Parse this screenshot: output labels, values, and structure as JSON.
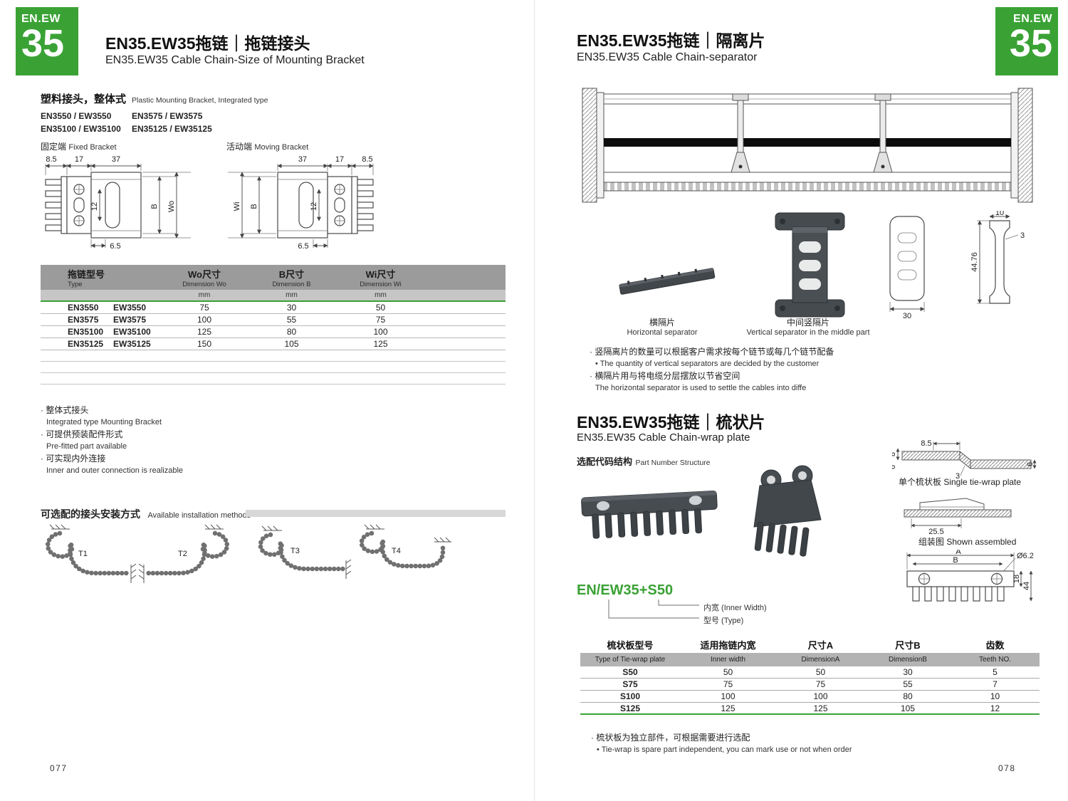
{
  "colors": {
    "green": "#3aa235"
  },
  "left": {
    "badge_top": "EN.EW",
    "badge_num": "35",
    "title_zh": "EN35.EW35拖链｜拖链接头",
    "title_en": "EN35.EW35 Cable Chain-Size of Mounting Bracket",
    "section": {
      "heading_zh": "塑料接头，整体式",
      "heading_en": "Plastic Mounting Bracket, Integrated type",
      "model_r1c1": "EN3550 / EW3550",
      "model_r1c2": "EN3575 / EW3575",
      "model_r2c1": "EN35100 / EW35100",
      "model_r2c2": "EN35125 / EW35125",
      "fixed_zh": "固定端",
      "fixed_en": "Fixed Bracket",
      "moving_zh": "活动端",
      "moving_en": "Moving Bracket"
    },
    "fixed_dims": {
      "a": "8.5",
      "b": "17",
      "c": "37",
      "d": "12",
      "e": "B",
      "f": "Wo",
      "g": "6.5"
    },
    "moving_dims": {
      "a": "37",
      "b": "17",
      "c": "8.5",
      "d": "Wi",
      "e": "B",
      "f": "12",
      "g": "6.5"
    },
    "table": {
      "h_type_zh": "拖链型号",
      "h_type_en": "Type",
      "h_wo_zh": "Wo尺寸",
      "h_wo_en": "Dimension Wo",
      "h_wo_unit": "mm",
      "h_b_zh": "B尺寸",
      "h_b_en": "Dimension B",
      "h_b_unit": "mm",
      "h_wi_zh": "Wi尺寸",
      "h_wi_en": "Dimension Wi",
      "h_wi_unit": "mm",
      "rows": [
        {
          "en_model": "EN3550",
          "ew_model": "EW3550",
          "wo": "75",
          "b": "30",
          "wi": "50"
        },
        {
          "en_model": "EN3575",
          "ew_model": "EW3575",
          "wo": "100",
          "b": "55",
          "wi": "75"
        },
        {
          "en_model": "EN35100",
          "ew_model": "EW35100",
          "wo": "125",
          "b": "80",
          "wi": "100"
        },
        {
          "en_model": "EN35125",
          "ew_model": "EW35125",
          "wo": "150",
          "b": "105",
          "wi": "125"
        }
      ]
    },
    "features": [
      {
        "zh": "· 整体式接头",
        "en": "Integrated type Mounting Bracket"
      },
      {
        "zh": "· 可提供预装配件形式",
        "en": "Pre-fitted part available"
      },
      {
        "zh": "· 可实现内外连接",
        "en": "Inner and outer connection is realizable"
      }
    ],
    "install_zh": "可选配的接头安装方式",
    "install_en": "Available installation methods",
    "t_labels": [
      "T1",
      "T2",
      "T3",
      "T4"
    ],
    "page_no": "077"
  },
  "right": {
    "badge_top": "EN.EW",
    "badge_num": "35",
    "title_zh": "EN35.EW35拖链｜隔离片",
    "title_en": "EN35.EW35 Cable Chain-separator",
    "separator": {
      "photo1_zh": "横隔片",
      "photo1_en": "Horizontal separator",
      "photo2_zh": "中间竖隔片",
      "photo2_en": "Vertical separator in the middle part",
      "d30": "30",
      "d10": "10",
      "d3": "3",
      "d4476": "44.76",
      "notes": [
        {
          "zh": "· 竖隔离片的数量可以根据客户需求按每个链节或每几个链节配备",
          "en": "• The quantity of vertical separators are decided by the customer"
        },
        {
          "zh": "· 横隔片用与将电缆分层摆放以节省空间",
          "en": "The horizontal separator is used to settle the cables into diffe"
        }
      ]
    },
    "wrap": {
      "title_zh": "EN35.EW35拖链｜梳状片",
      "title_en": "EN35.EW35 Cable Chain-wrap plate",
      "part_zh": "选配代码结构",
      "part_en": "Part Number Structure",
      "single_label": "单个梳状板 Single tie-wrap plate",
      "assembled_label": "组装图 Shown assembled",
      "dims": {
        "d85": "8.5",
        "d8": "8",
        "d6a": "6",
        "d3": "3",
        "d6b": "6",
        "d255": "25.5",
        "dA": "A",
        "dB": "B",
        "dO62": "Ø6.2",
        "d18": "18",
        "d44": "44"
      },
      "code": "EN/EW35+S50",
      "code_inner": "内宽 (Inner Width)",
      "code_type": "型号 (Type)",
      "table": {
        "cols": [
          {
            "zh": "梳状板型号",
            "en": "Type of Tie-wrap plate"
          },
          {
            "zh": "适用拖链内宽",
            "en": "Inner width"
          },
          {
            "zh": "尺寸A",
            "en": "DimensionA"
          },
          {
            "zh": "尺寸B",
            "en": "DimensionB"
          },
          {
            "zh": "齿数",
            "en": "Teeth NO."
          }
        ],
        "rows": [
          [
            "S50",
            "50",
            "50",
            "30",
            "5"
          ],
          [
            "S75",
            "75",
            "75",
            "55",
            "7"
          ],
          [
            "S100",
            "100",
            "100",
            "80",
            "10"
          ],
          [
            "S125",
            "125",
            "125",
            "105",
            "12"
          ]
        ]
      },
      "notes": [
        {
          "zh": "· 梳状板为独立部件，可根据需要进行选配",
          "en": "• Tie-wrap is spare part independent, you can mark use or not when order"
        }
      ]
    },
    "page_no": "078"
  }
}
